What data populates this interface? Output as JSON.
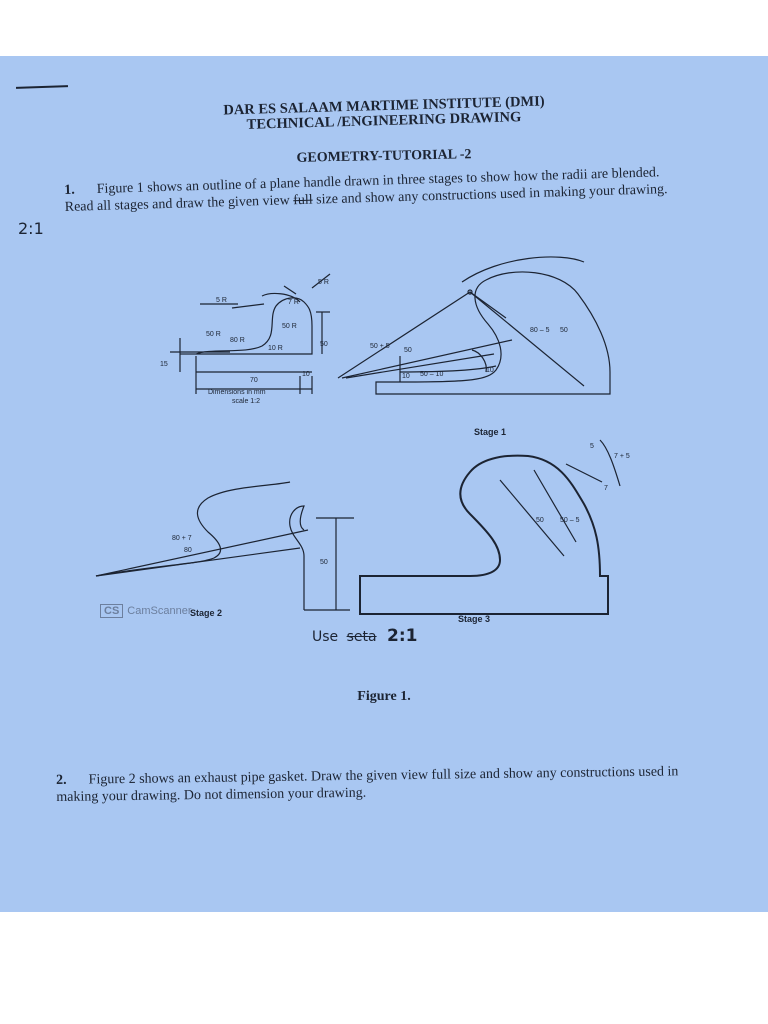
{
  "header": {
    "institute": "DAR ES SALAAM MARTIME INSTITUTE (DMI)",
    "subject": "TECHNICAL /ENGINEERING DRAWING",
    "tutorial": "GEOMETRY-TUTORIAL -2"
  },
  "question1": {
    "number": "1.",
    "text_a": "Figure 1   shows an outline of a plane handle drawn in three stages to show how the radii are blended. Read all stages and draw the given view ",
    "struck": "full",
    "text_b": " size and show any constructions used in making your drawing."
  },
  "margin_note": "2:1",
  "figure": {
    "dims_label": "Dimensions in mm",
    "scale_label": "scale 1:2",
    "stage1": "Stage 1",
    "stage2": "Stage 2",
    "stage3": "Stage 3",
    "caption": "Figure 1.",
    "labels": {
      "r5": "5 R",
      "r7": "7 R",
      "r50": "50 R",
      "r80": "80 R",
      "r10": "10 R",
      "r50b": "50 R",
      "d15": "15",
      "d70": "70",
      "d10": "10",
      "d50": "50",
      "s1_5r": "5 R",
      "s1_50p5": "50 + 5",
      "s1_50": "50",
      "s1_50m10": "50 – 10",
      "s1_10": "10",
      "s1_10b": "10",
      "s1_80m5": "80 – 5",
      "s1_50c": "50",
      "s2_80p7": "80 + 7",
      "s2_80": "80",
      "s2_50": "50",
      "s3_5": "5",
      "s3_7p5": "7 + 5",
      "s3_7": "7",
      "s3_50": "50",
      "s3_50m5": "50 – 5"
    }
  },
  "scanner": {
    "badge": "CS",
    "text": "CamScanner"
  },
  "handwritten": {
    "use": "Use",
    "set": "seta",
    "scale": "2:1"
  },
  "question2": {
    "number": "2.",
    "text": "Figure 2   shows an exhaust pipe gasket. Draw the given view full size and show any constructions used in making your drawing. Do not dimension your drawing."
  }
}
